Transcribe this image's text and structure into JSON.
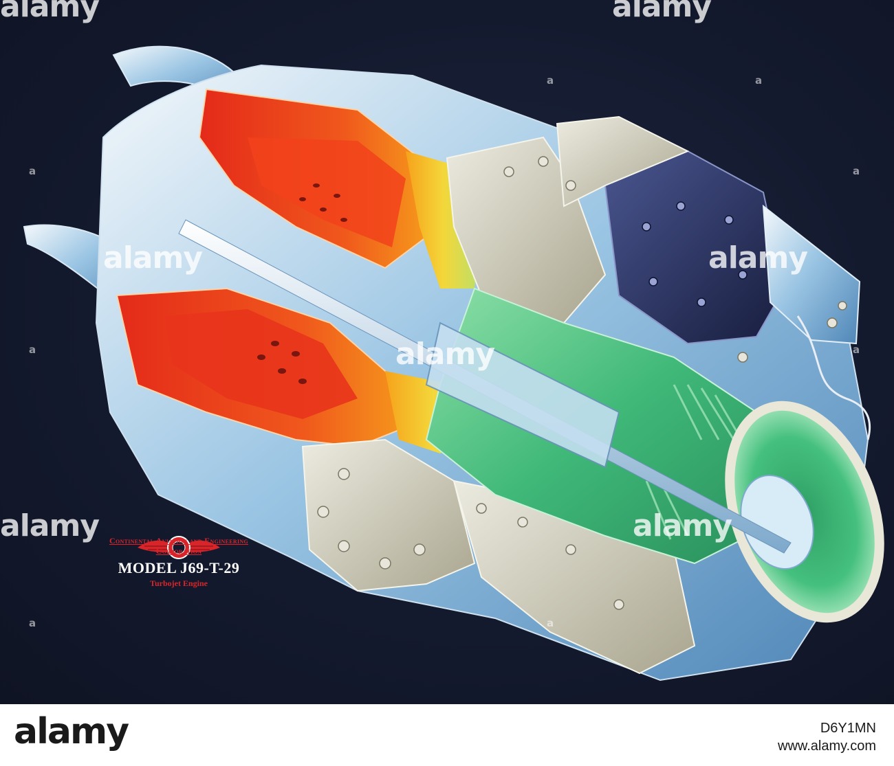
{
  "poster": {
    "company": "Continental Aviation and Engineering Corporation",
    "model": "MODEL J69-T-29",
    "engine_type": "Turbojet Engine",
    "logo_text": "CONTINENTAL AVIATION"
  },
  "watermark": {
    "text": "alamy",
    "small_text": "a"
  },
  "footer": {
    "brand": "alamy",
    "image_id": "D6Y1MN",
    "site": "www.alamy.com"
  },
  "colors": {
    "background": "#141a2e",
    "hot_section": "#e8341c",
    "warm_section": "#f5a21a",
    "cold_section": "#3fb878",
    "casing": "#c8c4b0",
    "accessory": "#26305c",
    "logo_red": "#d8252a"
  }
}
